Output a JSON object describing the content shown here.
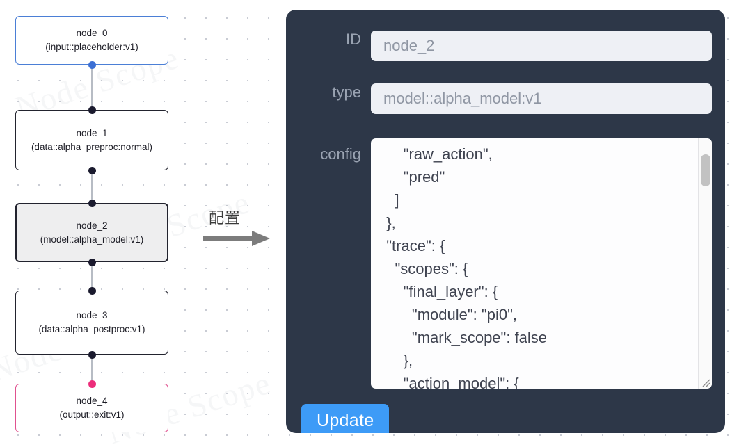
{
  "graph": {
    "nodes": [
      {
        "id": "node_0",
        "title": "node_0",
        "subtitle": "(input::placeholder:v1)",
        "kind": "input",
        "selected": false
      },
      {
        "id": "node_1",
        "title": "node_1",
        "subtitle": "(data::alpha_preproc:normal)",
        "kind": "default",
        "selected": false
      },
      {
        "id": "node_2",
        "title": "node_2",
        "subtitle": "(model::alpha_model:v1)",
        "kind": "model",
        "selected": true
      },
      {
        "id": "node_3",
        "title": "node_3",
        "subtitle": "(data::alpha_postproc:v1)",
        "kind": "default",
        "selected": false
      },
      {
        "id": "node_4",
        "title": "node_4",
        "subtitle": "(output::exit:v1)",
        "kind": "output",
        "selected": false
      }
    ],
    "colors": {
      "input_border": "#4b7fd6",
      "output_border": "#e0518f",
      "default_border": "#22232e",
      "selected_fill": "#eeeeef",
      "edge": "#b7bcc4",
      "handle": "#1a1a2e",
      "handle_input": "#3b6fd4",
      "handle_output": "#ec2d7a"
    },
    "watermark": "Node Scope"
  },
  "annotation": {
    "label": "配置",
    "arrow_color": "#7c7c7c"
  },
  "inspector": {
    "panel_color": "#2d3748",
    "fields": [
      {
        "key": "id",
        "label": "ID",
        "value": "node_2"
      },
      {
        "key": "type",
        "label": "type",
        "value": "model::alpha_model:v1"
      }
    ],
    "config": {
      "label": "config",
      "value": "      \"raw_action\",\n      \"pred\"\n    ]\n  },\n  \"trace\": {\n    \"scopes\": {\n      \"final_layer\": {\n        \"module\": \"pi0\",\n        \"mark_scope\": false\n      },\n      \"action_model\": {",
      "scroll_position": "middle"
    },
    "actions": {
      "update_label": "Update",
      "update_color": "#3d9bf7"
    }
  }
}
